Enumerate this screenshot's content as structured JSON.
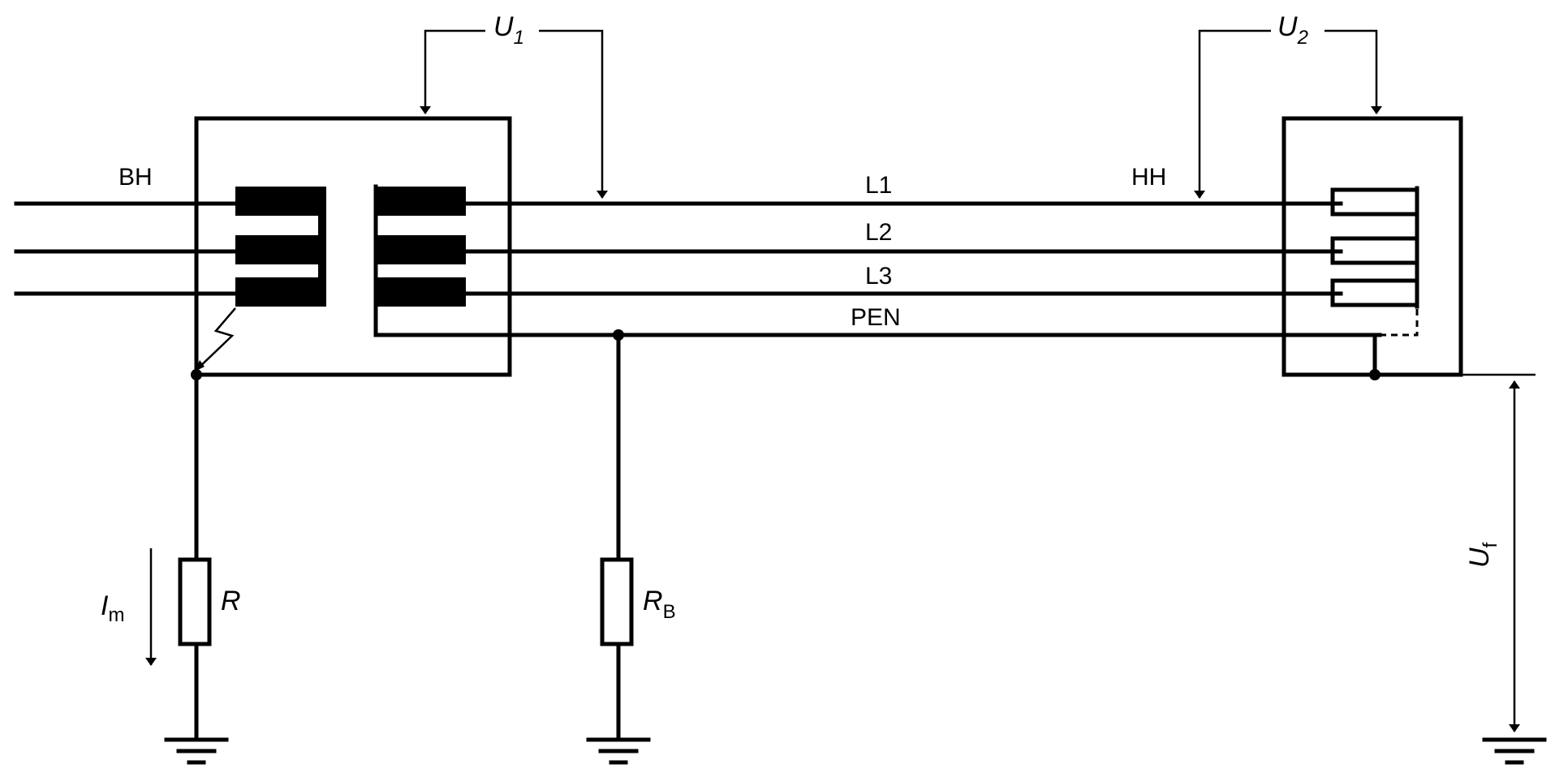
{
  "diagram": {
    "source_label": "BH",
    "load_label": "HH",
    "conductors": [
      "L1",
      "L2",
      "L3",
      "PEN"
    ],
    "u1": {
      "symbol": "U",
      "sub": "1"
    },
    "u2": {
      "symbol": "U",
      "sub": "2"
    },
    "uf": {
      "symbol": "U",
      "sub": "f"
    },
    "im": {
      "symbol": "I",
      "sub": "m"
    },
    "r": {
      "symbol": "R"
    },
    "rb": {
      "symbol": "R",
      "sub": "B"
    }
  }
}
